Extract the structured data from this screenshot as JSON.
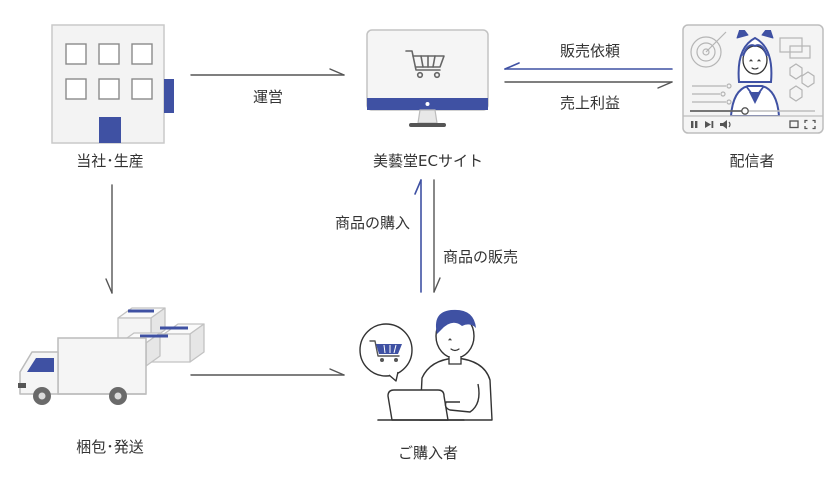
{
  "colors": {
    "accent": "#3f51a3",
    "line": "#555555",
    "light": "#c9c9c9",
    "fill": "#f4f4f4"
  },
  "nodes": {
    "company": {
      "label": "当社･生産",
      "icon": "building-icon"
    },
    "ec_site": {
      "label": "美藝堂ECサイト",
      "icon": "monitor-cart-icon"
    },
    "streamer": {
      "label": "配信者",
      "icon": "video-player-icon"
    },
    "packing": {
      "label": "梱包･発送",
      "icon": "delivery-truck-icon"
    },
    "buyer": {
      "label": "ご購入者",
      "icon": "person-laptop-icon"
    }
  },
  "edges": {
    "operation": "運営",
    "sales_request": "販売依頼",
    "sales_profit": "売上利益",
    "product_purchase": "商品の購入",
    "product_sale": "商品の販売"
  }
}
